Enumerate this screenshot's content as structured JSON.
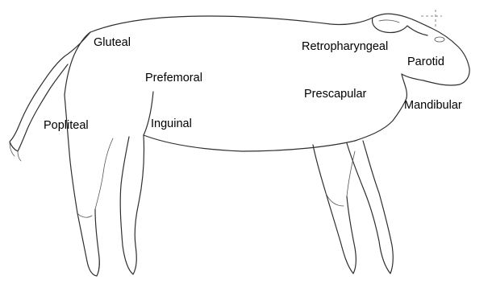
{
  "labels": {
    "gluteal": "Gluteal",
    "prefemoral": "Prefemoral",
    "inguinal": "Inguinal",
    "popliteal": "Popliteal",
    "retropharyngeal": "Retropharyngeal",
    "parotid": "Parotid",
    "prescapular": "Prescapular",
    "mandibular": "Mandibular"
  },
  "colors": {
    "outline": "#2f2f2f",
    "text": "#000000",
    "background": "#ffffff"
  }
}
